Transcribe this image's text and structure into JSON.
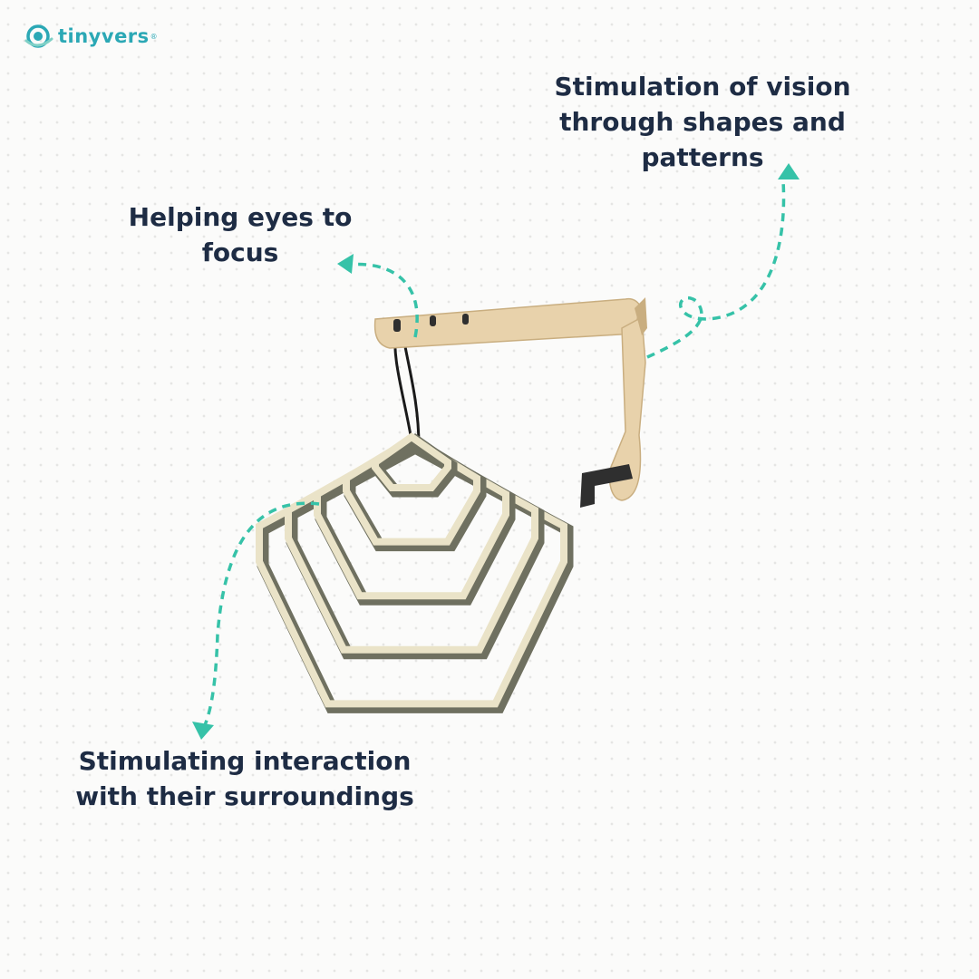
{
  "brand": {
    "name": "tinyvers",
    "registered_mark": "®",
    "logo_icon": "smile-logo-icon",
    "color": "#2ba8b5"
  },
  "captions": {
    "vision": "Stimulation of vision through shapes and patterns",
    "focus": "Helping eyes to focus",
    "interaction": "Stimulating interaction with their surroundings"
  },
  "colors": {
    "text": "#1e2c44",
    "arrow": "#36c2a8",
    "wood": "#e8d2ab",
    "wood_shadow": "#c9ae80",
    "metal": "#eae3c8",
    "metal_dark": "#6f7060",
    "string": "#1a1a1a",
    "clamp": "#2f2f2f"
  },
  "icons": {
    "arrow_focus": "dashed-arrow-icon",
    "arrow_vision": "dashed-arrow-icon",
    "arrow_interaction": "dashed-arrow-icon"
  }
}
